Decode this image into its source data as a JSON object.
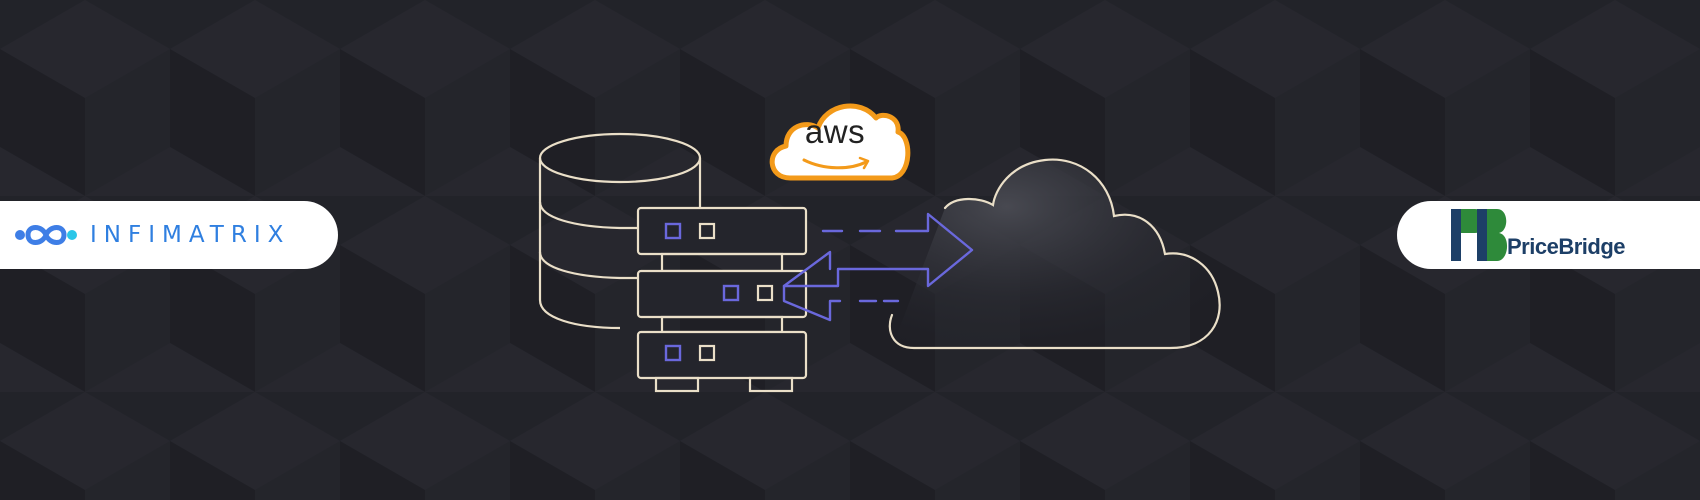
{
  "left_logo": {
    "text": "INFIMATRIX",
    "color": "#2f7fe0"
  },
  "right_logo": {
    "text": "PriceBridge",
    "color": "#1d3f67"
  },
  "aws_badge": {
    "text": "aws",
    "ring_color": "#f39a1a",
    "smile_color": "#f39a1a"
  },
  "illustration": {
    "outline_color": "#eadfc8",
    "accent_color": "#6a68dc",
    "icons": [
      "database-icon",
      "server-rack-icon",
      "sync-arrows-icon",
      "cloud-icon"
    ]
  },
  "background": {
    "base_color": "#24252c",
    "pattern": "hexagon-cubes"
  }
}
